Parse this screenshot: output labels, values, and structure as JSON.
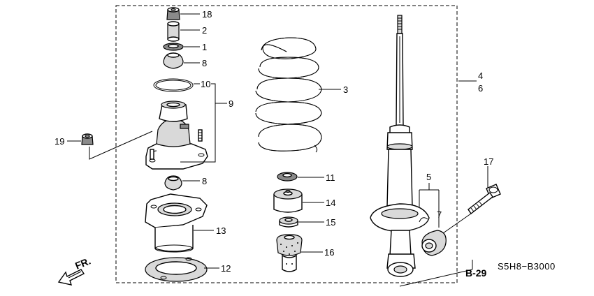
{
  "callouts": {
    "c18": "18",
    "c2": "2",
    "c1": "1",
    "c8a": "8",
    "c10": "10",
    "c9": "9",
    "c19": "19",
    "c8b": "8",
    "c13": "13",
    "c12": "12",
    "c3": "3",
    "c11": "11",
    "c14": "14",
    "c15": "15",
    "c16": "16",
    "c4": "4",
    "c6": "6",
    "c5": "5",
    "c7": "7",
    "c17": "17"
  },
  "ref_label": "B-29",
  "diagram_code": "S5H8−B3000",
  "direction_label": "FR."
}
